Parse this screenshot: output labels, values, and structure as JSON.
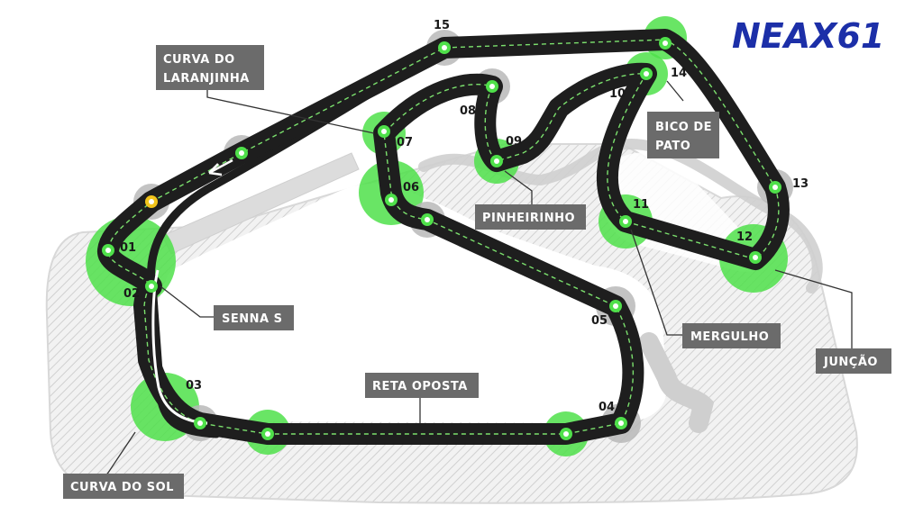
{
  "brand": {
    "text": "NEAX61",
    "color": "#1c2fa8"
  },
  "colors": {
    "track": "#1e1e1e",
    "highlight_green": "#4fe04a",
    "highlight_grey": "#b8b8b8",
    "label_bg": "#6b6b6b",
    "start_marker": "#f2c41b"
  },
  "corners": [
    "01",
    "02",
    "03",
    "04",
    "05",
    "06",
    "07",
    "08",
    "09",
    "10",
    "11",
    "12",
    "13",
    "14",
    "15"
  ],
  "labels": {
    "laranjinha": [
      "CURVA DO",
      "LARANJINHA"
    ],
    "bico_de_pato": [
      "BICO DE",
      "PATO"
    ],
    "pinheirinho": "PINHEIRINHO",
    "senna_s": "SENNA S",
    "reta_oposta": "RETA OPOSTA",
    "mergulho": "MERGULHO",
    "juncao": "JUNÇÃO",
    "curva_do_sol": "CURVA DO SOL"
  }
}
